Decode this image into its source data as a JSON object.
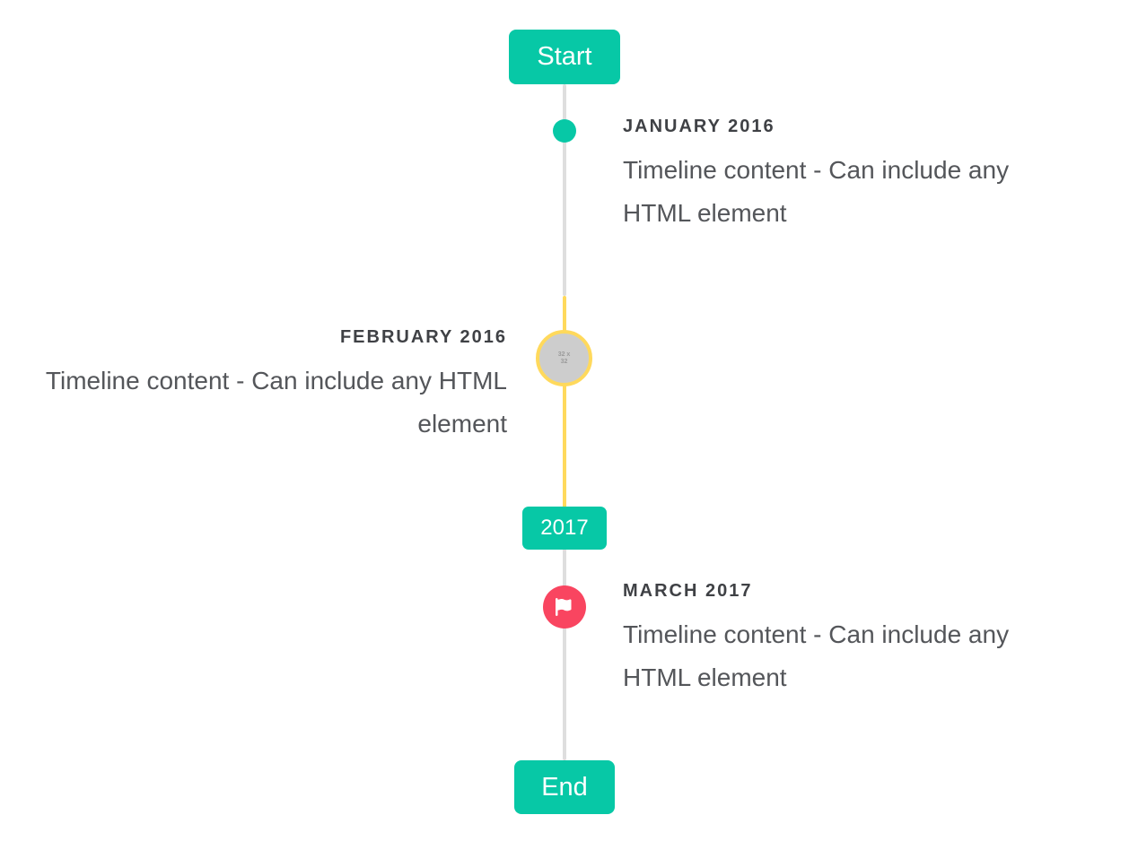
{
  "timeline": {
    "start_badge": "Start",
    "year_badge": "2017",
    "end_badge": "End",
    "events": [
      {
        "date": "JANUARY 2016",
        "content": "Timeline content - Can include any HTML element",
        "side": "right",
        "marker": "dot"
      },
      {
        "date": "FEBRUARY 2016",
        "content": "Timeline content - Can include any HTML element",
        "side": "left",
        "marker": "image-placeholder",
        "image_placeholder": "32 x32"
      },
      {
        "date": "MARCH 2017",
        "content": "Timeline content - Can include any HTML element",
        "side": "right",
        "marker": "flag-icon"
      }
    ],
    "colors": {
      "accent_teal": "#07C8A6",
      "highlight_yellow": "#FFD95C",
      "flag_red": "#F94560",
      "line_gray": "#DEDEDE",
      "image_gray": "#CDCDCD",
      "heading_gray": "#3F4145",
      "content_gray": "#54565A",
      "badge_text": "#FFFFFF"
    }
  }
}
